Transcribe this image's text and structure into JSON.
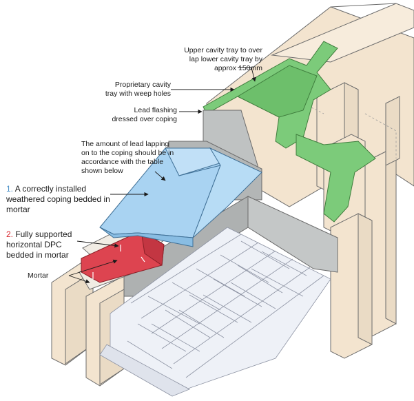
{
  "labels": {
    "upper_tray": "Upper cavity tray to over\nlap lower cavity tray by\napprox 150mm",
    "proprietary_tray": "Proprietary cavity\ntray with weep holes",
    "lead_flashing": "Lead flashing\ndressed over coping",
    "lead_lapping": "The amount of lead lapping\non to the coping should be in\naccordance with the table\nshown below",
    "coping_number": "1.",
    "coping_text": " A correctly installed\nweathered coping bedded in\nmortar",
    "dpc_number": "2.",
    "dpc_text": " Fully supported\nhorizontal DPC\nbedded in mortar",
    "mortar": "Mortar"
  },
  "colors": {
    "brick": "#f3e4cf",
    "brick_edge": "#6b6b6b",
    "cavity_tray": "#7ccb7a",
    "coping": "#a9d3f2",
    "dpc": "#dd4450",
    "mortar": "#f1ece4",
    "lead": "#b9bcbc",
    "roof_tile": "#f2f4f8",
    "number_blue": "#4a90c8",
    "number_red": "#d8232a"
  }
}
